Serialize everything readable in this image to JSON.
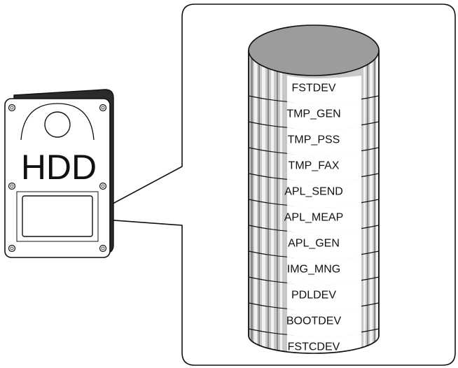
{
  "hdd": {
    "label": "HDD"
  },
  "partitions": [
    "FSTDEV",
    "TMP_GEN",
    "TMP_PSS",
    "TMP_FAX",
    "APL_SEND",
    "APL_MEAP",
    "APL_GEN",
    "IMG_MNG",
    "PDLDEV",
    "BOOTDEV",
    "FSTCDEV"
  ],
  "colors": {
    "cylinder_top": "#9c9c9c",
    "cylinder_body": "#c8c8c8",
    "stripe_light": "#f2f2f2",
    "stripe_dark": "#8a8a8a",
    "label_box": "#ffffff",
    "drive_body": "#ffffff",
    "drive_shadow": "#2a2a2a",
    "outline": "#111111"
  }
}
